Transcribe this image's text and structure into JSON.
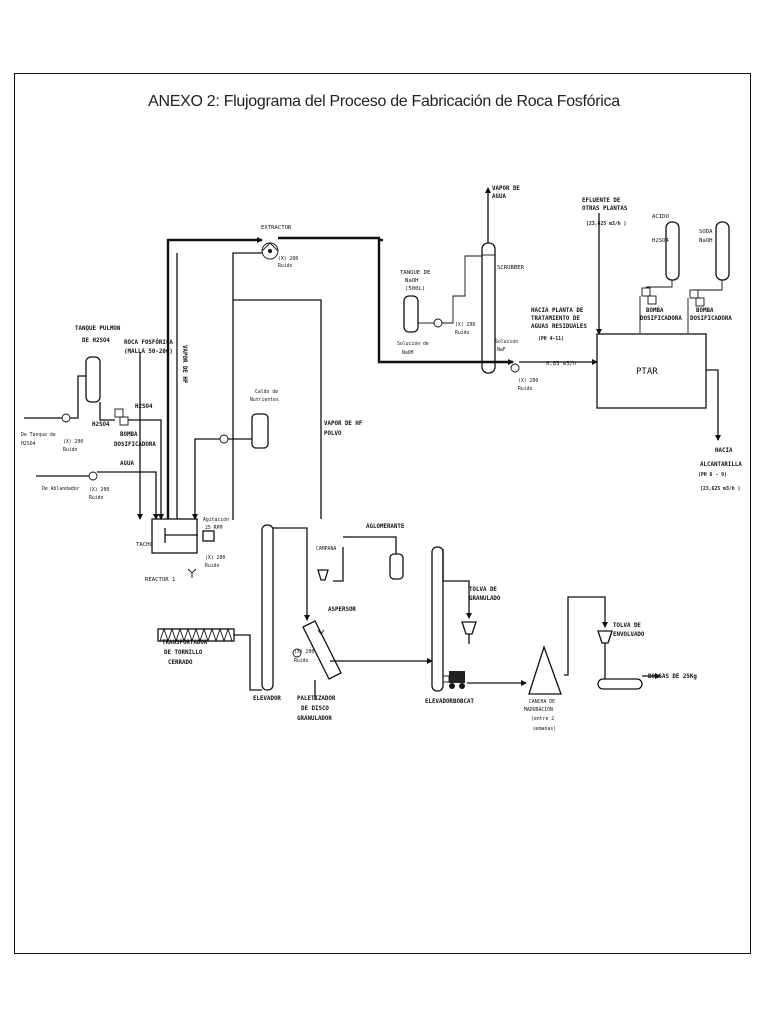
{
  "title": "ANEXO 2: Flujograma del Proceso de Fabricación de Roca Fosfórica",
  "labels": {
    "vapor_agua": [
      "VAPOR DE",
      "AGUA"
    ],
    "extractor": "EXTRACTOR",
    "ruido_extractor": [
      "(X) 200",
      "Ruido"
    ],
    "efluente": [
      "EFLUENTE DE",
      "OTRAS PLANTAS",
      "(23,625 m3/h )"
    ],
    "acido_h2so4": [
      "ACIDO",
      "H2SO4"
    ],
    "soda_naoh": [
      "SODA",
      "NaOH"
    ],
    "tanque_naoh": [
      "TANQUE DE",
      "NaOH",
      "(500L)"
    ],
    "scrubber": "SCRUBBER",
    "ruido_tanque": [
      "(X) 200",
      "Ruido"
    ],
    "solucion_naoh": [
      "Solución de",
      "NaOH"
    ],
    "hacia_planta": [
      "HACIA PLANTA DE",
      "TRATAMIENTO DE",
      "AGUAS RESIDUALES",
      "(PH    4-11)"
    ],
    "caudal_ptar": "0,83 m3/h",
    "solucion_naf": [
      "Solución",
      "NaF"
    ],
    "ruido_scrubber": [
      "(X) 200",
      "Ruido"
    ],
    "ptar": "PTAR",
    "bomba_dos_1": [
      "BOMBA",
      "DOSIFICADORA"
    ],
    "bomba_dos_2": [
      "BOMBA",
      "DOSIFICADORA"
    ],
    "hacia_alcantarilla": [
      "HACIA",
      "ALCANTARILLA",
      "(PH    6 - 9)",
      "(23,625 m3/h )"
    ],
    "tanque_pulmon": [
      "TANQUE PULMON",
      "DE H2SO4"
    ],
    "roca_fosforica": [
      "ROCA FOSFÓRICA",
      "(MALLA 50-200)"
    ],
    "vapor_hf_1": "VAPOR DE HF",
    "caldo": [
      "Caldo de",
      "Nutrientes"
    ],
    "h2so4_a": "H2SO4",
    "h2so4_b": "H2SO4",
    "bomba_dos_3": [
      "BOMBA",
      "DOSIFICADORA"
    ],
    "de_tanque": [
      "De Tanque de",
      "H2SO4"
    ],
    "ruido_tanque_h2so4": [
      "(X) 200",
      "Ruido"
    ],
    "agua": "AGUA",
    "de_ablandador": "De Ablandador",
    "ruido_ablandador": [
      "(X) 200",
      "Ruido"
    ],
    "vapor_hf_polvo": [
      "VAPOR DE HF",
      "POLVO"
    ],
    "aglomerante": "AGLOMERANTE",
    "tacho": "TACHO",
    "agitacion": [
      "Agitación",
      "25 RPM"
    ],
    "ruido_tacho": [
      "(X) 200",
      "Ruido"
    ],
    "reactor": "REACTOR 1",
    "campana": "CAMPANA",
    "aspersor": "ASPERSOR",
    "tolva_granulado": [
      "TOLVA DE",
      "GRANULADO"
    ],
    "tolva_envolvado": [
      "TOLVA DE",
      "ENVOLVADO"
    ],
    "transportador": [
      "TRANSPORTADOR",
      "DE TORNILLO",
      "CERRADO"
    ],
    "ruido_paletizador": [
      "(X) 200",
      "Ruido"
    ],
    "bolsas": "BOLSAS DE 25Kg",
    "elevador_1": "ELEVADOR",
    "paletizador": [
      "PALETIZADOR",
      "DE DISCO",
      "GRANULADOR"
    ],
    "elevador_2": "ELEVADOR",
    "bobcat": "BOBCAT",
    "cancha": [
      "CANCHA DE",
      "MADURACIÓN",
      "(entre   2",
      "semanas)"
    ]
  }
}
